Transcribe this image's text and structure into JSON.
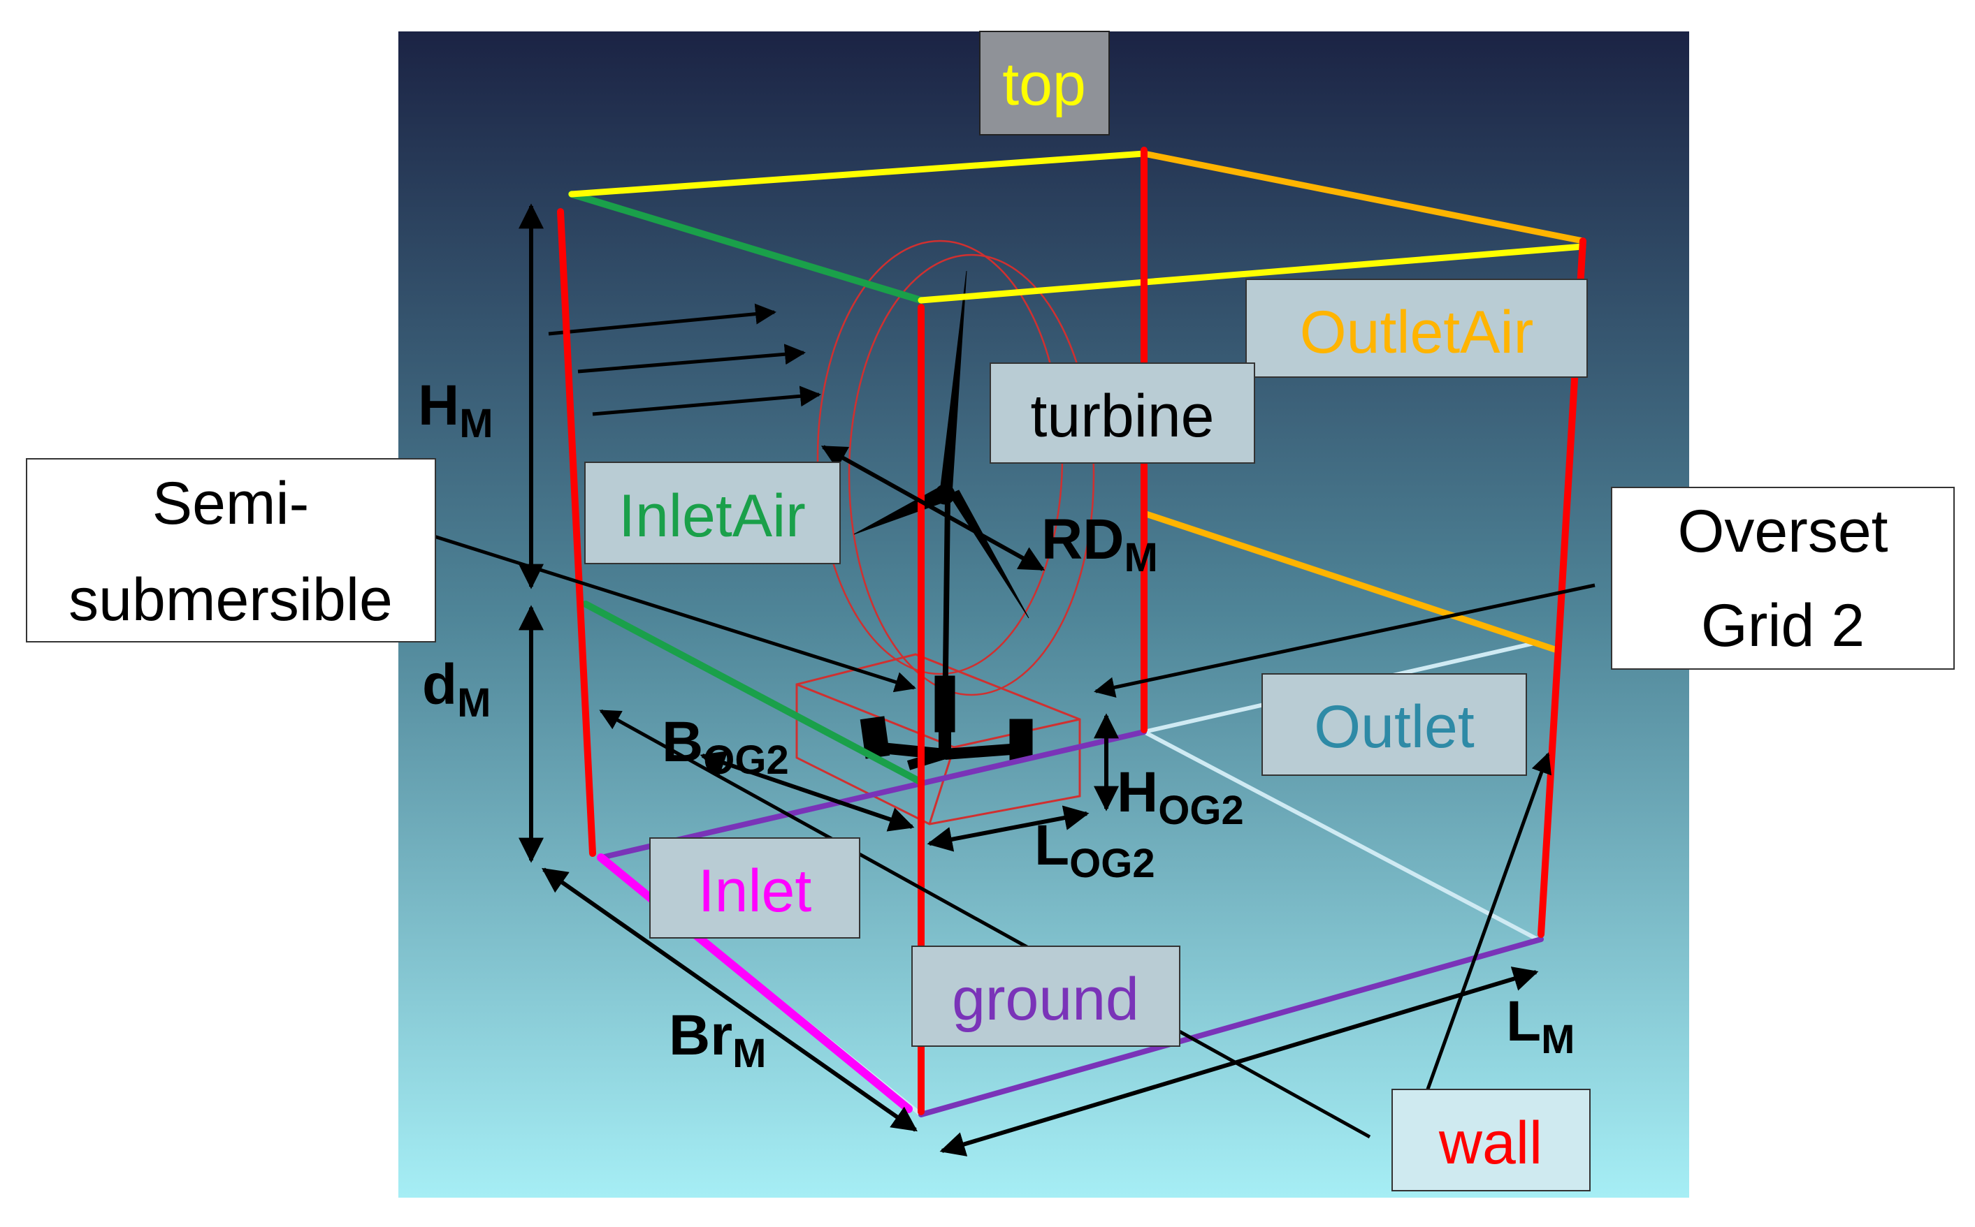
{
  "colors": {
    "background_top": "#1b2344",
    "background_bottom": "#a6eef5",
    "label_box_fill": "#b9ccd4",
    "edge_red": "#ff0000",
    "edge_yellow": "#ffff00",
    "edge_green": "#1aa04a",
    "edge_orange": "#ffb400",
    "edge_purple": "#7a33b8",
    "edge_magenta": "#ff00ff",
    "edge_lightblue": "#cfeaf3",
    "rotor_outline": "#d03030",
    "overset_box": "#d03030"
  },
  "boundary_labels": {
    "top": "top",
    "outlet_air": "OutletAir",
    "turbine": "turbine",
    "inlet_air": "InletAir",
    "outlet": "Outlet",
    "inlet": "Inlet",
    "ground": "ground",
    "wall": "wall"
  },
  "callouts": {
    "semi_line1": "Semi-",
    "semi_line2": "submersible",
    "overset_line1": "Overset",
    "overset_line2": "Grid 2"
  },
  "dimensions": {
    "h_main": "H",
    "h_sub": "M",
    "d_main": "d",
    "d_sub": "M",
    "rd_main": "RD",
    "rd_sub": "M",
    "bog2_main": "B",
    "bog2_sub": "OG2",
    "hog2_main": "H",
    "hog2_sub": "OG2",
    "log2_main": "L",
    "log2_sub": "OG2",
    "br_main": "Br",
    "br_sub": "M",
    "l_main": "L",
    "l_sub": "M"
  }
}
